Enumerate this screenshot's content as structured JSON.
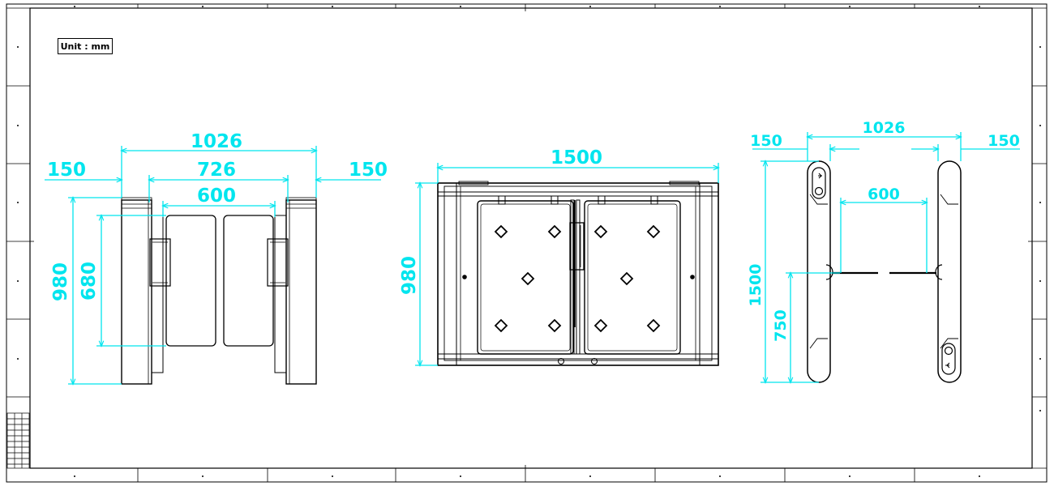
{
  "unit_label": "Unit : mm",
  "colors": {
    "dimension": "#00e5ee",
    "linework": "#000000",
    "background": "#ffffff"
  },
  "front_view": {
    "overall_width": "1026",
    "inner_width": "726",
    "passage_width": "600",
    "left_offset": "150",
    "right_offset": "150",
    "height": "980",
    "gate_height": "680"
  },
  "top_view": {
    "length": "1500",
    "height": "980"
  },
  "side_view": {
    "overall_width": "1026",
    "left_offset": "150",
    "right_offset": "150",
    "passage_width": "600",
    "length": "1500",
    "mid_length": "750"
  }
}
